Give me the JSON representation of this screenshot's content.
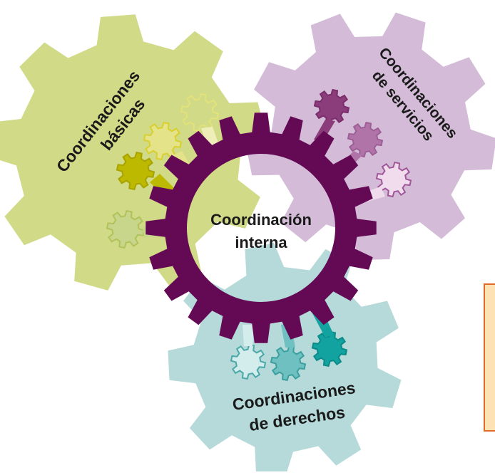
{
  "center": {
    "label_line1": "Coordinación",
    "label_line2": "interna"
  },
  "gears": {
    "basicas": {
      "line1": "Coordinaciones",
      "line2": "básicas"
    },
    "servicios": {
      "line1": "Coordinaciones",
      "line2": "de servicios"
    },
    "derechos": {
      "line1": "Coordinaciones",
      "line2": "de derechos"
    }
  },
  "colors": {
    "basicas": "#d1da87",
    "servicios": "#d4bcd8",
    "derechos": "#b6d9d9",
    "center_ring": "#640a55",
    "note_fill": "#fde3b3",
    "note_border": "#e06a2a"
  }
}
